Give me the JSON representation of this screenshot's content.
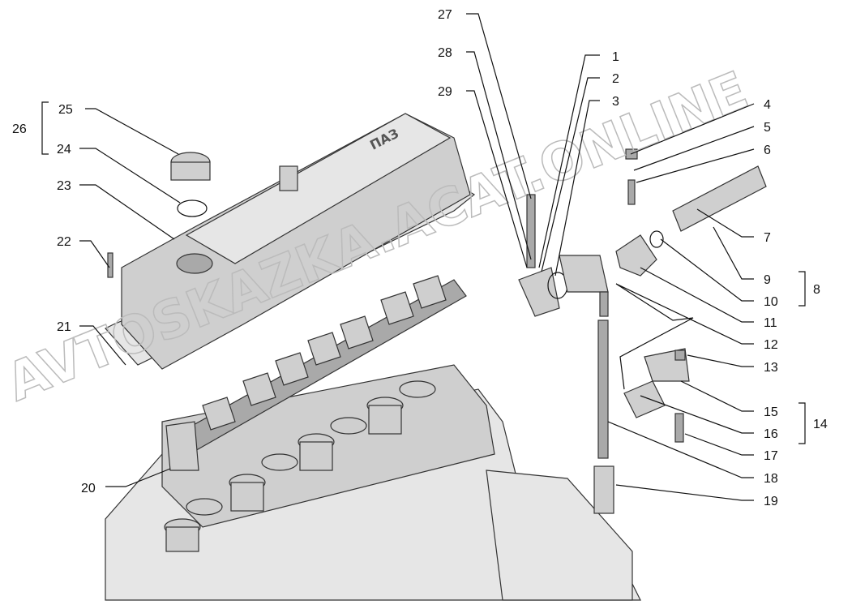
{
  "diagram": {
    "watermark": "AVTOSKAZKA.ACAT.ONLINE",
    "cover_logo": "ПАЗ",
    "labels": {
      "l1": "1",
      "l2": "2",
      "l3": "3",
      "l4": "4",
      "l5": "5",
      "l6": "6",
      "l7": "7",
      "l8": "8",
      "l9": "9",
      "l10": "10",
      "l11": "11",
      "l12": "12",
      "l13": "13",
      "l14": "14",
      "l15": "15",
      "l16": "16",
      "l17": "17",
      "l18": "18",
      "l19": "19",
      "l20": "20",
      "l21": "21",
      "l22": "22",
      "l23": "23",
      "l24": "24",
      "l25": "25",
      "l26": "26",
      "l27": "27",
      "l28": "28",
      "l29": "29"
    }
  }
}
